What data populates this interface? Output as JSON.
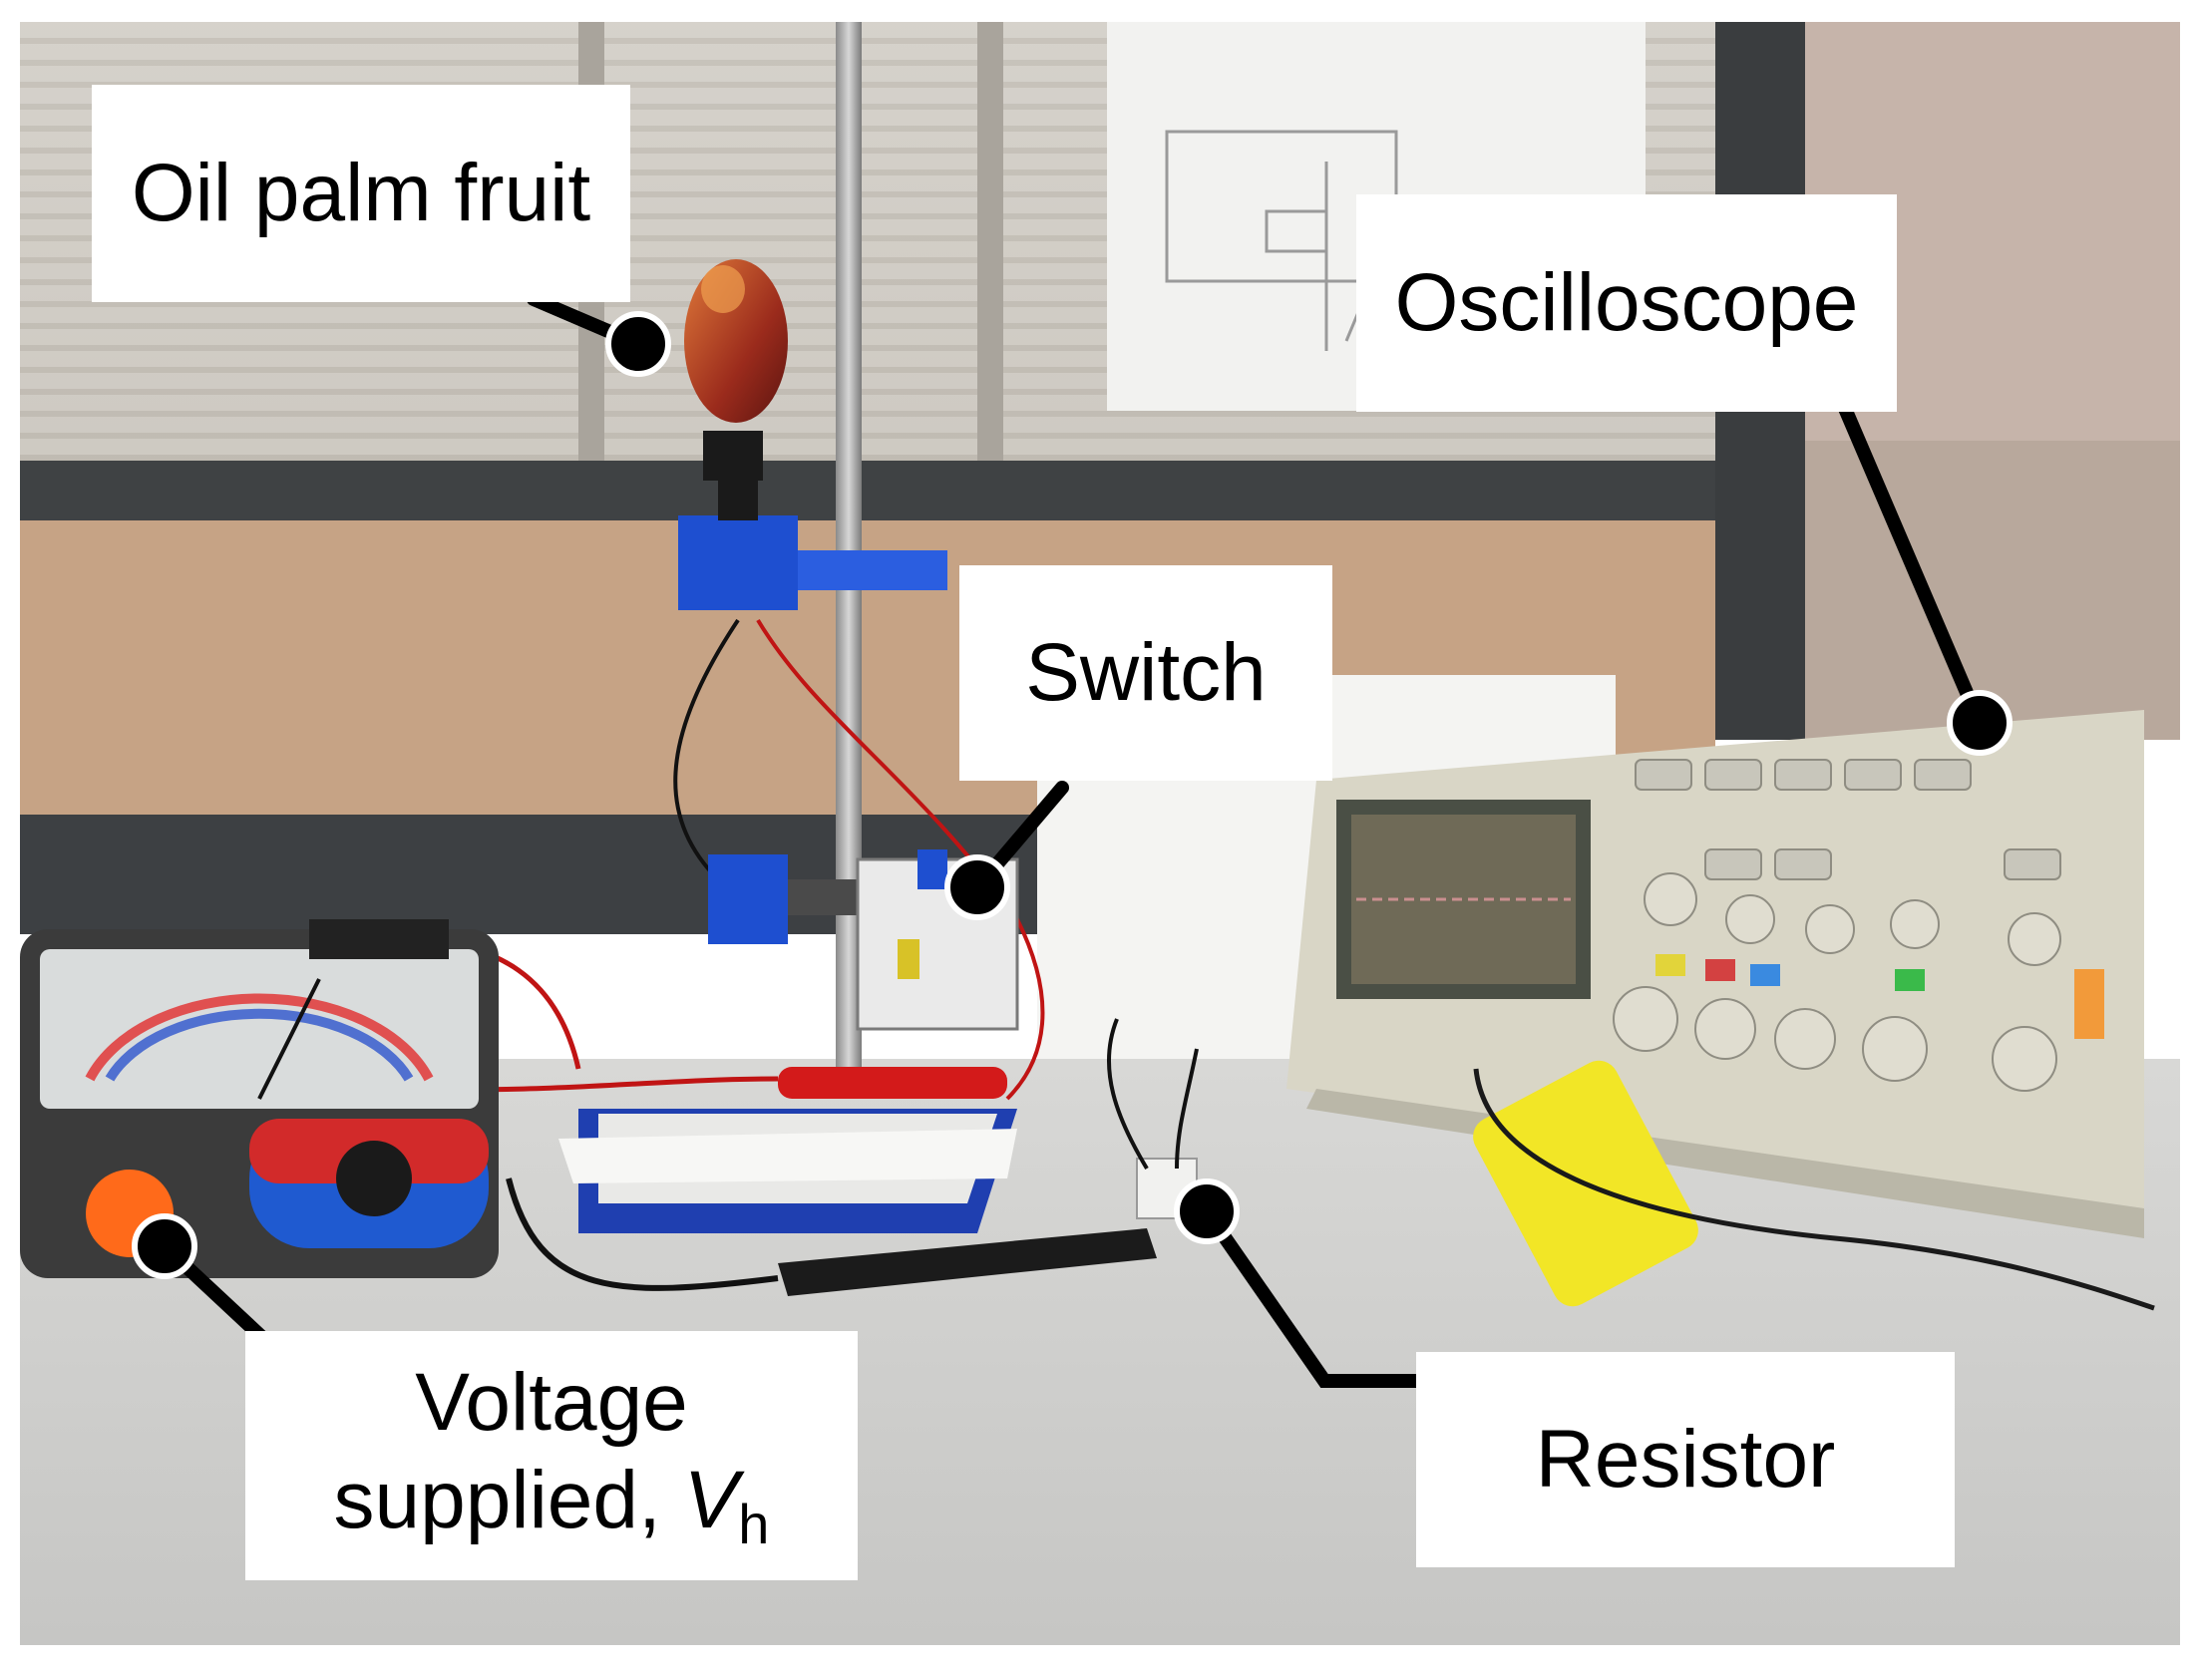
{
  "figure": {
    "labels": {
      "oil_palm_fruit": "Oil palm fruit",
      "oscilloscope": "Oscilloscope",
      "switch": "Switch",
      "voltage_line1": "Voltage",
      "voltage_line2": "supplied,",
      "voltage_symbol": "V",
      "voltage_subscript": "h",
      "resistor": "Resistor"
    }
  }
}
